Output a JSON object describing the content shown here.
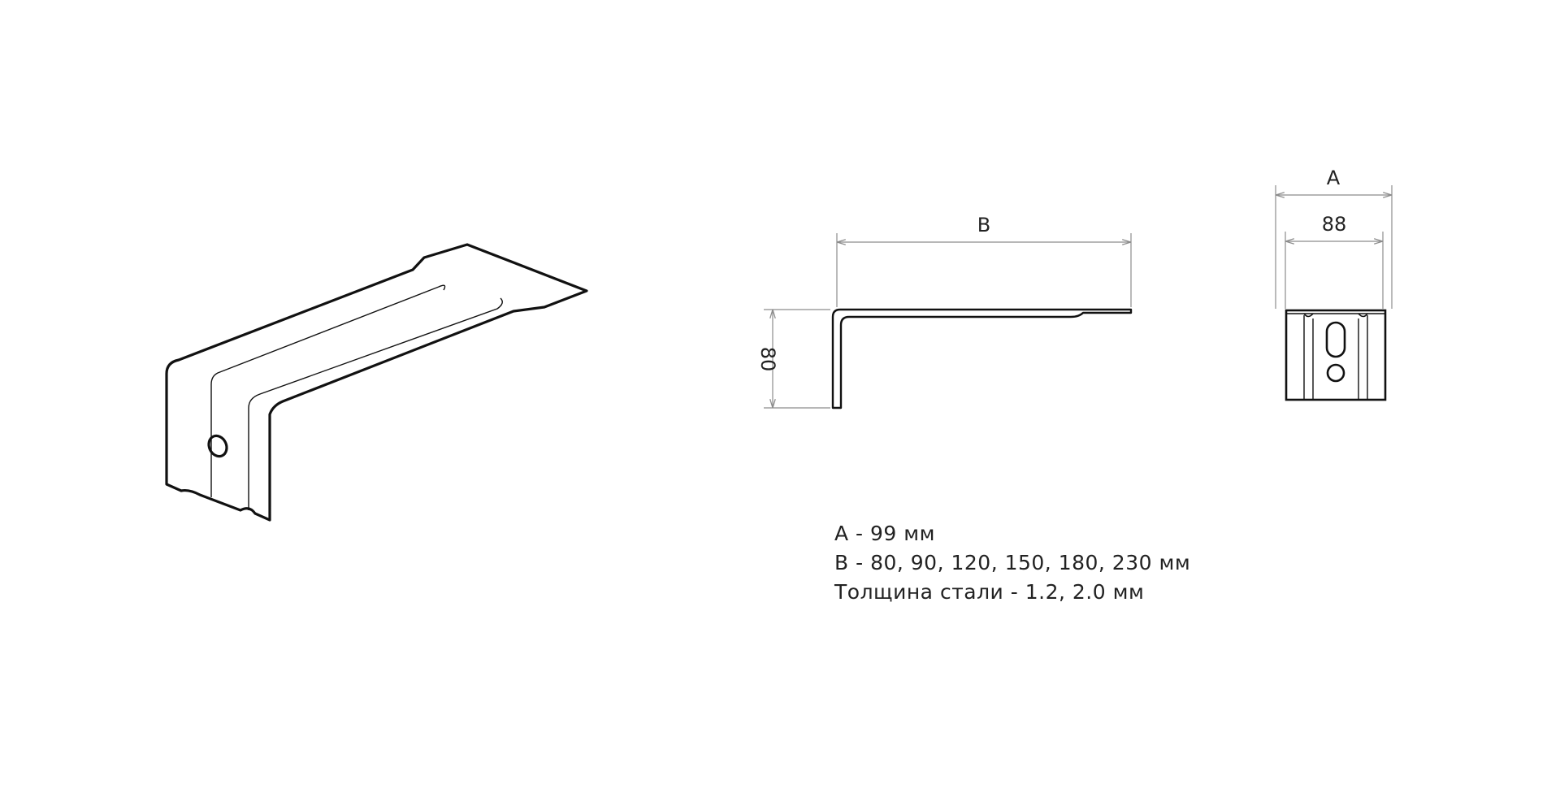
{
  "dimensions": {
    "b_label": "B",
    "height_label": "80",
    "a_label": "A",
    "width_label": "88"
  },
  "specs": [
    "A - 99 мм",
    "B - 80, 90, 120, 150, 180, 230 мм",
    "Толщина стали - 1.2, 2.0 мм"
  ],
  "colors": {
    "line": "#111111",
    "dimension_line": "#8c8c8c",
    "text": "#222222",
    "background": "#ffffff"
  }
}
